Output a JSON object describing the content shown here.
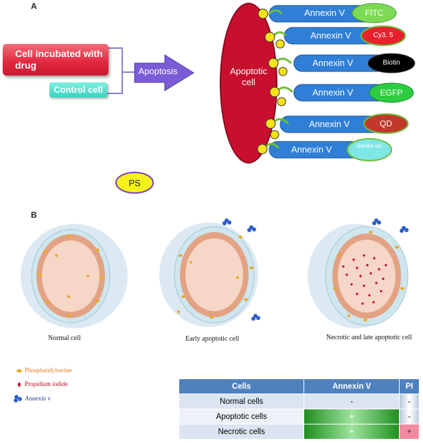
{
  "panel_a": {
    "label": "A",
    "drug_cell": "Cell incubated with drug",
    "control_cell": "Control cell",
    "process": "Apoptosis",
    "apoptotic_cell": "Apoptotic cell",
    "ps_legend": "PS",
    "annexin_label": "Annexin V",
    "probes": [
      {
        "name": "FITC",
        "color": "#7ed957"
      },
      {
        "name": "Cy3, 5",
        "color": "#e8212d"
      },
      {
        "name": "Biotin",
        "color": "#000000"
      },
      {
        "name": "EGFP",
        "color": "#2ecc40"
      },
      {
        "name": "QD",
        "color": "#c0392b"
      },
      {
        "name": "Renilla luc",
        "color": "#7fe6e6"
      }
    ]
  },
  "panel_b": {
    "label": "B",
    "cells": [
      {
        "caption": "Normal cell"
      },
      {
        "caption": "Early apoptotic cell"
      },
      {
        "caption": "Necrotic and late apoptotic cell"
      }
    ],
    "legend": [
      {
        "label": "Phosphatidylserine",
        "color": "#e07b1b"
      },
      {
        "label": "Propidium iodide",
        "color": "#c0001a"
      },
      {
        "label": "Annexin v",
        "color": "#1b3f8f"
      }
    ],
    "table": {
      "headers": [
        "Cells",
        "Annexin V",
        "PI"
      ],
      "rows": [
        [
          "Normal cells",
          "-",
          "-"
        ],
        [
          "Apoptotic cells",
          "+",
          "-"
        ],
        [
          "Necrotic cells",
          "+",
          "+"
        ]
      ]
    }
  }
}
